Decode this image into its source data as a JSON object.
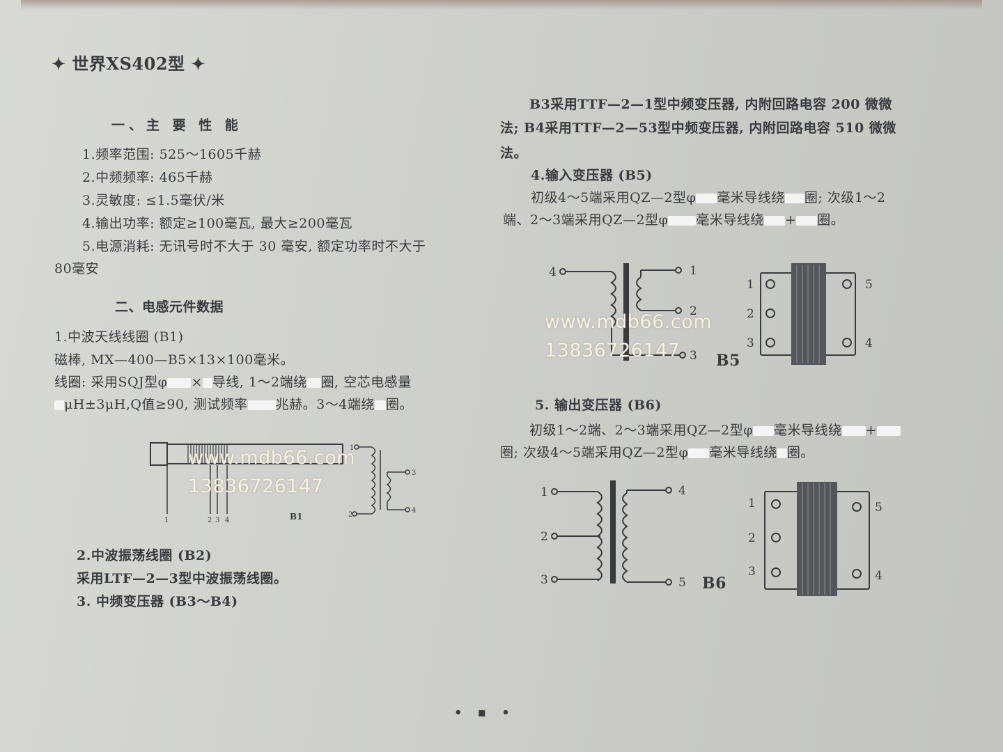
{
  "header": {
    "title": "✦ 世界XS402型 ✦"
  },
  "left": {
    "sec1_title": "一、主 要 性 能",
    "spec1": "1.频率范围: 525～1605千赫",
    "spec2": "2.中频频率: 465千赫",
    "spec3": "3.灵敏度: ≤1.5毫伏/米",
    "spec4": "4.输出功率: 额定≥100毫瓦, 最大≥200毫瓦",
    "spec5_a": "5.电源消耗: 无讯号时不大于 30 毫安, 额定功率时不大于",
    "spec5_b": "80毫安",
    "sec2_title": "二、电感元件数据",
    "b1_title": "1.中波天线线圈 (B1)",
    "b1_line1": "磁棒, MX—400—B5×13×100毫米。",
    "b1_line2_a": "线圈: 采用SQJ型φ",
    "b1_line2_b": "×",
    "b1_line2_c": "导线, 1～2端绕",
    "b1_line2_d": "圈, 空芯电感量",
    "b1_line3_a": "μH±3μH,Q值≥90, 测试频率",
    "b1_line3_b": "兆赫。3～4端绕",
    "b1_line3_c": "圈。",
    "b2_title": "2.中波振荡线圈 (B2)",
    "b2_line": "采用LTF—2—3型中波振荡线圈。",
    "b3_title": "3. 中频变压器 (B3～B4)"
  },
  "right": {
    "b34_line1": "B3采用TTF—2—1型中频变压器, 内附回路电容 200 微微",
    "b34_line2": "法; B4采用TTF—2—53型中频变压器, 内附回路电容 510 微微",
    "b34_line3": "法。",
    "b5_title": "4.输入变压器 (B5)",
    "b5_line1_a": "初级4～5端采用QZ—2型φ",
    "b5_line1_b": "毫米导线绕",
    "b5_line1_c": "圈; 次级1～2",
    "b5_line2_a": "端、2～3端采用QZ—2型φ",
    "b5_line2_b": "毫米导线绕",
    "b5_line2_c": "+",
    "b5_line2_d": "圈。",
    "b6_title": "5. 输出变压器 (B6)",
    "b6_line1_a": "初级1～2端、2～3端采用QZ—2型φ",
    "b6_line1_b": "毫米导线绕",
    "b6_line1_c": "+",
    "b6_line2_a": "圈; 次级4～5端采用QZ—2型φ",
    "b6_line2_b": "毫米导线绕",
    "b6_line2_c": "圈。"
  },
  "diagrams": {
    "b1_pins": [
      "1",
      "2",
      "3",
      "4"
    ],
    "b1_label": "B1",
    "b5_left_pin": "4",
    "b5_right_pins": [
      "1",
      "2",
      "3"
    ],
    "b5_label": "B5",
    "b5_pack_left": [
      "1",
      "2",
      "3"
    ],
    "b5_pack_right": [
      "5",
      "4"
    ],
    "b6_left_pins": [
      "1",
      "2",
      "3"
    ],
    "b6_right_pins": [
      "4",
      "5"
    ],
    "b6_label": "B6",
    "b6_pack_left": [
      "1",
      "2",
      "3"
    ],
    "b6_pack_right": [
      "5",
      "4"
    ]
  },
  "watermarks": {
    "site": "www.mdb66.com",
    "phone": "13836726147"
  },
  "footer": {
    "page": "• ▪ •"
  },
  "colors": {
    "ink": "#3a3b3e",
    "paper": "#cfd0cd",
    "mask": "#f4f4f4",
    "watermark": "#f6f3e4"
  }
}
